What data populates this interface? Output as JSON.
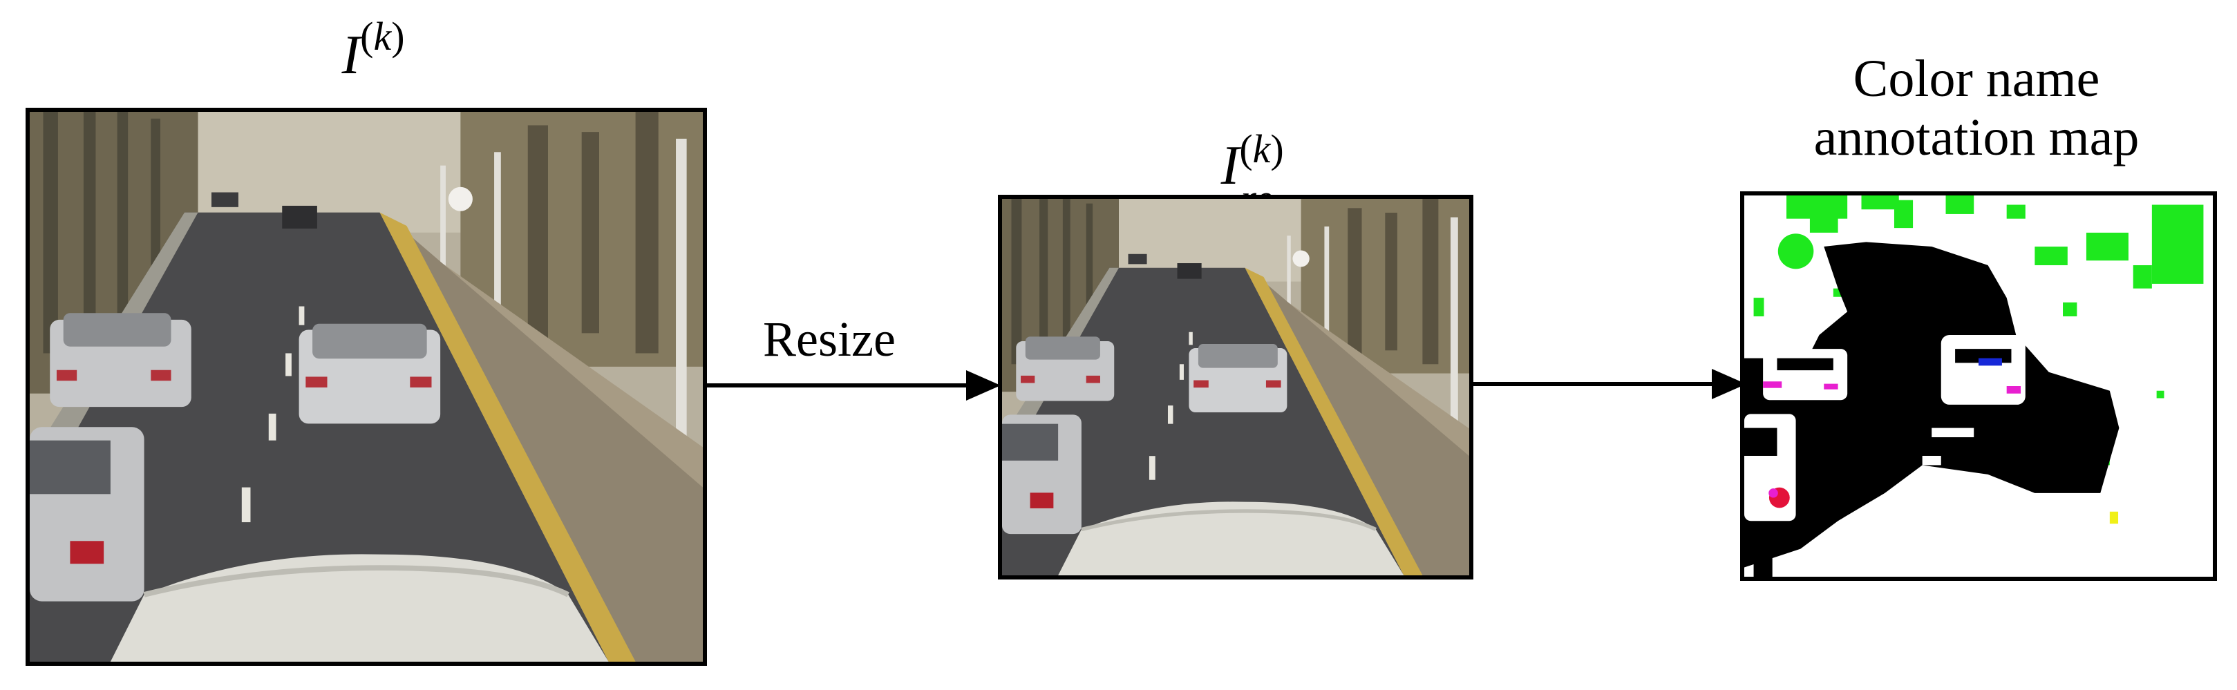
{
  "stage1": {
    "symbol": "I",
    "superscript_letter": "k"
  },
  "stage2": {
    "symbol": "I",
    "superscript_letter": "k",
    "subscript": "re"
  },
  "resize_label": "Resize",
  "stage3": {
    "title_line1": "Color name",
    "title_line2": "annotation map"
  },
  "colors": {
    "road": "#4a4a4c",
    "sky": "#bfb8a8",
    "trees": "#6d6650",
    "sidewalk": "#a89c86",
    "car_silver": "#c7c8c9",
    "annot_black": "#000000",
    "annot_white": "#ffffff",
    "annot_green": "#1ee81e",
    "annot_blue": "#1628d8",
    "annot_magenta": "#e81fd0",
    "annot_red": "#e3123a",
    "annot_yellow": "#f0f018"
  }
}
